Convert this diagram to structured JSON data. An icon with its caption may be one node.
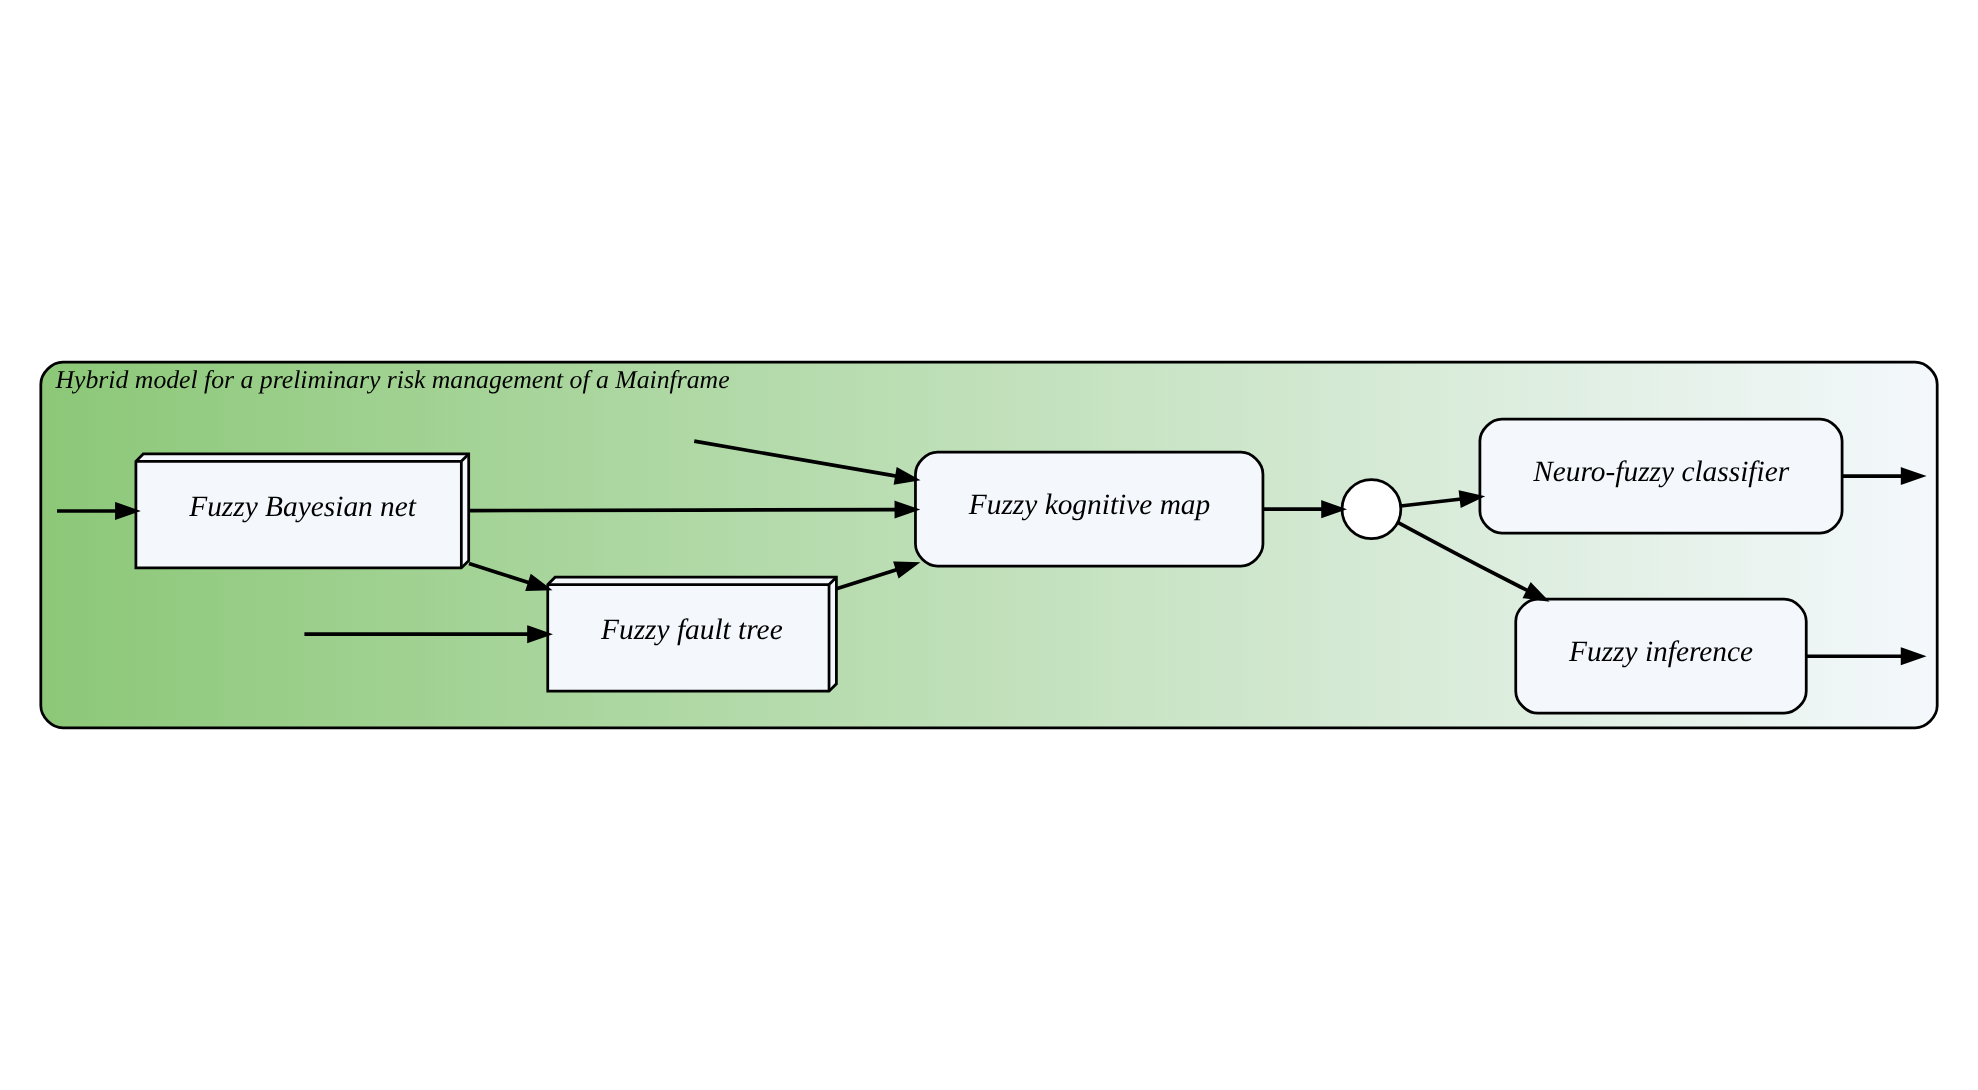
{
  "diagram": {
    "nodes": [
      {
        "text": [
          "Hybrid model for a preliminary risk management of a Mainframe"
        ]
      },
      {
        "text": [
          "Fuzzy kognitive map"
        ],
        "in": 0
      },
      {
        "text": [],
        "shape": "circle",
        "in": 0
      },
      {
        "text": [
          "Fuzzy inference"
        ],
        "in": 0
      },
      {
        "text": [
          "Neuro-fuzzy classifier"
        ],
        "in": 0
      },
      {
        "text": [
          "Fuzzy Bayesian net"
        ],
        "in": 0
      },
      {
        "text": [
          "Fuzzy fault tree"
        ],
        "in": 0
      }
    ],
    "edges": [
      {
        "from": null,
        "to": 1,
        "arrow": "to"
      },
      {
        "from": 1,
        "to": 2,
        "arrow": "to"
      },
      {
        "from": 2,
        "to": 3,
        "arrow": "to"
      },
      {
        "from": 2,
        "to": 4,
        "arrow": "to"
      },
      {
        "from": 3,
        "to": null,
        "arrow": "to"
      },
      {
        "from": 4,
        "to": null,
        "arrow": "to"
      },
      {
        "from": 5,
        "to": 1,
        "arrow": "to"
      },
      {
        "from": 6,
        "to": 1,
        "arrow": "to"
      },
      {
        "from": 5,
        "to": 6,
        "arrow": "to"
      },
      {
        "from": null,
        "to": 5,
        "arrow": "to"
      },
      {
        "from": null,
        "to": 6,
        "arrow": "to"
      }
    ]
  }
}
